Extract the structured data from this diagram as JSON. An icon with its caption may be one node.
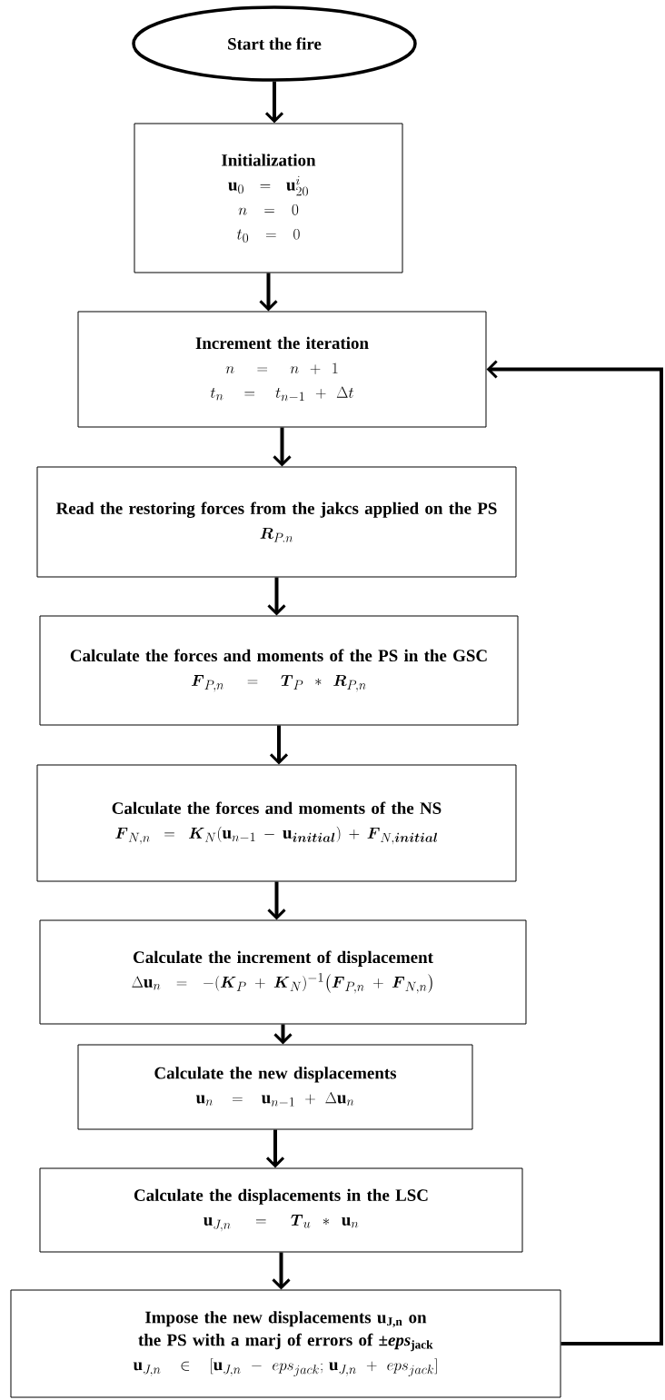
{
  "diagram": {
    "nodes": [
      {
        "text": [
          "Start the fire"
        ]
      },
      {
        "text": [
          "Initialization",
          "\\mathbf{u}_0 = \\mathbf{u}_{20}^{i}",
          "n = 0",
          "t_0 = 0"
        ]
      },
      {
        "text": [
          "Increment the iteration",
          "n = n + 1",
          "t_n = t_{n-1} + \\Delta t"
        ]
      },
      {
        "text": [
          "Read the restoring forces from the jakcs applied on the PS",
          "\\boldsymbol{R}_{P.n}"
        ]
      },
      {
        "text": [
          "Calculate the forces and moments of the PS in the GSC",
          "\\boldsymbol{F}_{P,n} = \\boldsymbol{T}_P * \\boldsymbol{R}_{P,n}"
        ]
      },
      {
        "text": [
          "Calculate the forces and moments of the NS",
          "\\boldsymbol{F}_{N,n} = \\boldsymbol{K}_N(\\mathbf{u}_{n-1} - \\mathbf{u}_{\\boldsymbol{initial}}) + \\boldsymbol{F}_{N,\\boldsymbol{initial}}"
        ]
      },
      {
        "text": [
          "Calculate the increment of displacement",
          "\\Delta\\mathbf{u}_n = -(\\boldsymbol{K}_P + \\boldsymbol{K}_N)^{-1}\\big(\\boldsymbol{F}_{P,n} + \\boldsymbol{F}_{N,n}\\big)"
        ]
      },
      {
        "text": [
          "Calculate the new displacements",
          "\\mathbf{u}_n = \\mathbf{u}_{n-1} + \\Delta\\mathbf{u}_n"
        ]
      },
      {
        "text": [
          "Calculate the displacements in the LSC",
          "\\mathbf{u}_{J,n} = \\boldsymbol{T}_u * \\mathbf{u}_n"
        ]
      },
      {
        "text": [
          "Impose the new displacements u$_{J,n}$ on the PS with a marj of errors of ±*eps*$_{jack}$",
          "\\mathbf{u}_{J,n} \\in [\\mathbf{u}_{J,n} - eps_{jack};\\, \\mathbf{u}_{J,n} + eps_{jack}]"
        ]
      }
    ],
    "edges": [
      {
        "from": 0,
        "to": 1,
        "arrow": "to"
      },
      {
        "from": 1,
        "to": 2,
        "arrow": "to"
      },
      {
        "from": 2,
        "to": 3,
        "arrow": "to"
      },
      {
        "from": 3,
        "to": 4,
        "arrow": "to"
      },
      {
        "from": 4,
        "to": 5,
        "arrow": "to"
      },
      {
        "from": 5,
        "to": 6,
        "arrow": "to"
      },
      {
        "from": 6,
        "to": 7,
        "arrow": "to"
      },
      {
        "from": 7,
        "to": 8,
        "arrow": "to"
      },
      {
        "from": 8,
        "to": 9,
        "arrow": "to"
      },
      {
        "from": 9,
        "to": 2,
        "arrow": "to"
      }
    ]
  }
}
